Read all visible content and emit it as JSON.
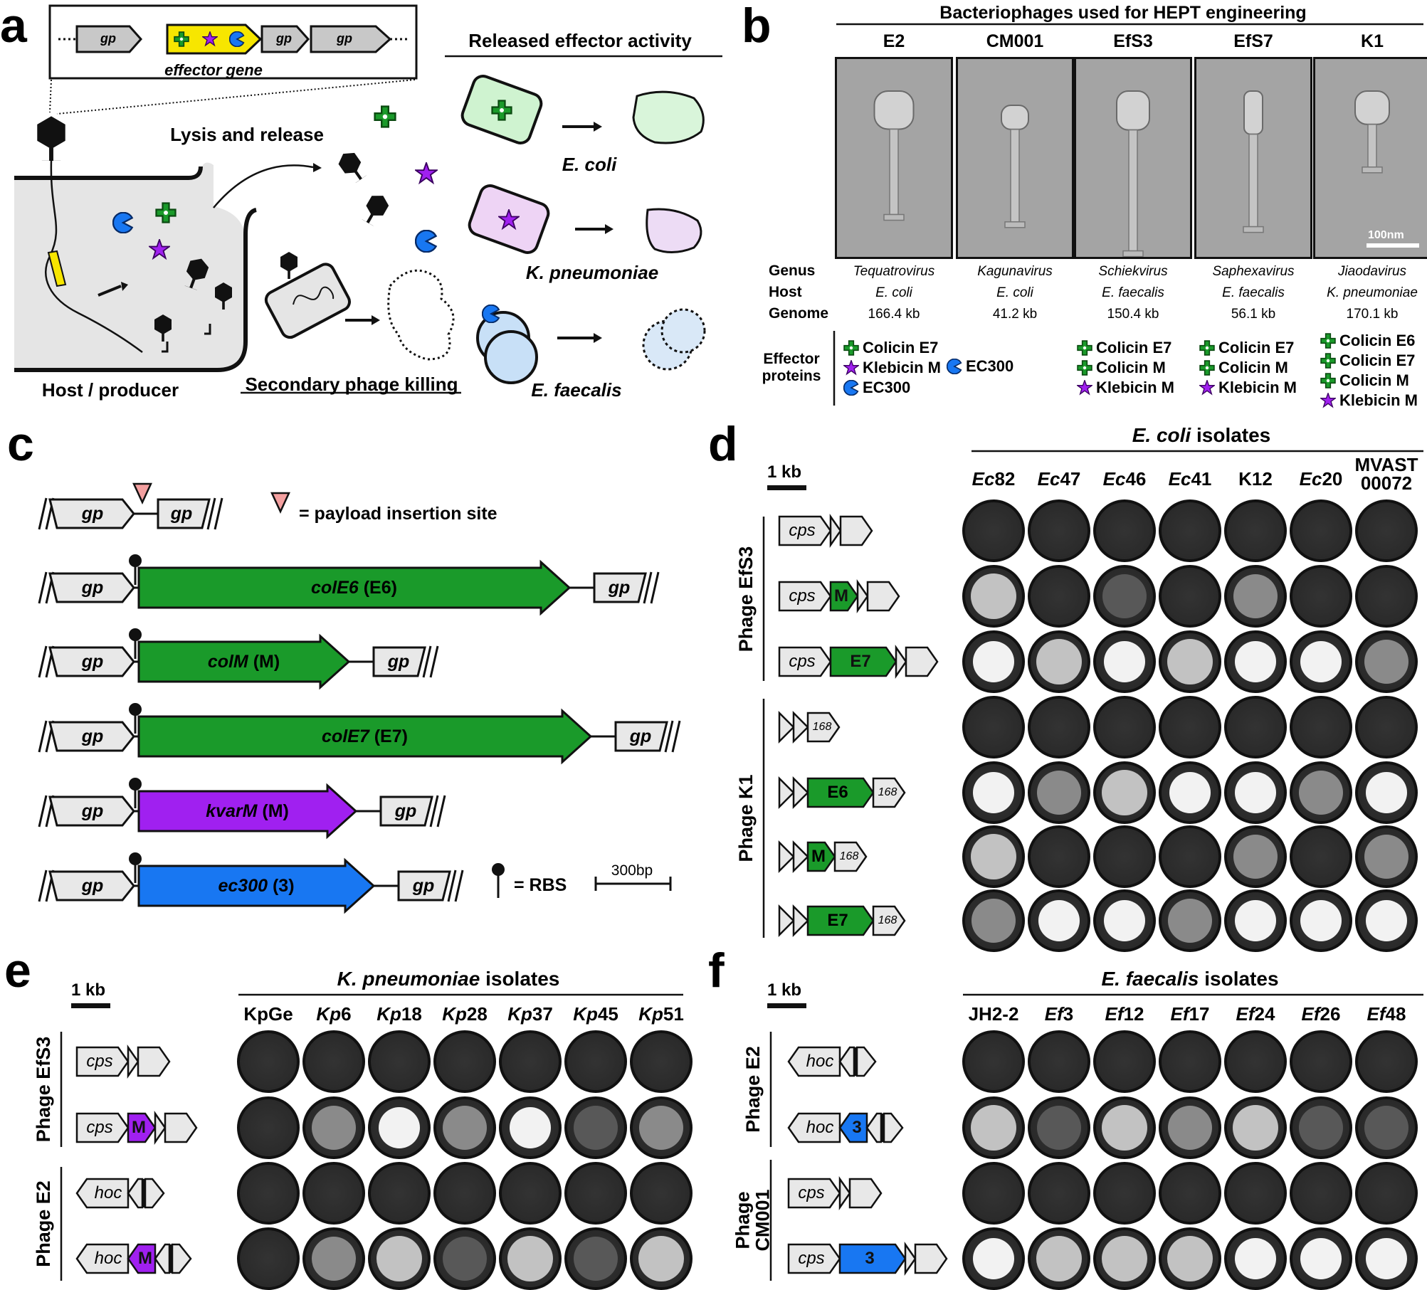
{
  "panel_letters": {
    "a": "a",
    "b": "b",
    "c": "c",
    "d": "d",
    "e": "e",
    "f": "f"
  },
  "panel_a": {
    "gp_label": "gp",
    "effector_gene": "effector gene",
    "lysis_release": "Lysis and release",
    "released_effector_activity": "Released effector activity",
    "host_producer": "Host / producer",
    "secondary_killing": "Secondary phage killing",
    "targets": [
      "E. coli",
      "K. pneumoniae",
      "E. faecalis"
    ]
  },
  "panel_b": {
    "title": "Bacteriophages used for HEPT engineering",
    "row_labels": {
      "genus": "Genus",
      "host": "Host",
      "genome": "Genome",
      "effector": "Effector proteins"
    },
    "scale_bar": "100nm",
    "phages": [
      {
        "name": "E2",
        "genus": "Tequatrovirus",
        "host": "E. coli",
        "genome": "166.4 kb",
        "effectors": [
          {
            "icon": "green-cross",
            "label": "Colicin E7"
          },
          {
            "icon": "purple-star",
            "label": "Klebicin M"
          },
          {
            "icon": "blue-pacman",
            "label": "EC300"
          }
        ]
      },
      {
        "name": "CM001",
        "genus": "Kagunavirus",
        "host": "E. coli",
        "genome": "41.2 kb",
        "effectors": [
          {
            "icon": "blue-pacman",
            "label": "EC300"
          }
        ]
      },
      {
        "name": "EfS3",
        "genus": "Schiekvirus",
        "host": "E. faecalis",
        "genome": "150.4 kb",
        "effectors": [
          {
            "icon": "green-cross",
            "label": "Colicin E7"
          },
          {
            "icon": "green-cross",
            "label": "Colicin M"
          },
          {
            "icon": "purple-star",
            "label": "Klebicin M"
          }
        ]
      },
      {
        "name": "EfS7",
        "genus": "Saphexavirus",
        "host": "E. faecalis",
        "genome": "56.1 kb",
        "effectors": [
          {
            "icon": "green-cross",
            "label": "Colicin E7"
          },
          {
            "icon": "green-cross",
            "label": "Colicin M"
          },
          {
            "icon": "purple-star",
            "label": "Klebicin M"
          }
        ]
      },
      {
        "name": "K1",
        "genus": "Jiaodavirus",
        "host": "K. pneumoniae",
        "genome": "170.1 kb",
        "effectors": [
          {
            "icon": "green-cross",
            "label": "Colicin E6"
          },
          {
            "icon": "green-cross",
            "label": "Colicin E7"
          },
          {
            "icon": "green-cross",
            "label": "Colicin M"
          },
          {
            "icon": "purple-star",
            "label": "Klebicin M"
          }
        ]
      }
    ]
  },
  "panel_c": {
    "gp": "gp",
    "payload_legend": "= payload insertion site",
    "rbs_legend": "= RBS",
    "scale": "300bp",
    "constructs": [
      {
        "gene": "colE6",
        "suffix": " (E6)",
        "color": "#1a9a2a"
      },
      {
        "gene": "colM",
        "suffix": " (M)",
        "color": "#1a9a2a"
      },
      {
        "gene": "colE7",
        "suffix": " (E7)",
        "color": "#1a9a2a"
      },
      {
        "gene": "kvarM",
        "suffix": " (M)",
        "color": "#a020f0"
      },
      {
        "gene": "ec300",
        "suffix": " (3)",
        "color": "#1877f2"
      }
    ]
  },
  "panel_d": {
    "scale": "1 kb",
    "title_italic": "E. coli",
    "title_rest": " isolates",
    "isolates": [
      {
        "i": "Ec",
        "n": "82"
      },
      {
        "i": "Ec",
        "n": "47"
      },
      {
        "i": "Ec",
        "n": "46"
      },
      {
        "i": "Ec",
        "n": "41"
      },
      {
        "i": "",
        "n": "K12"
      },
      {
        "i": "Ec",
        "n": "20"
      },
      {
        "i": "",
        "n": "MVAST\n00072"
      }
    ],
    "groups": [
      "Phage EfS3",
      "Phage K1"
    ],
    "rows": [
      {
        "group": 0,
        "base": "cps",
        "insert": "",
        "grid": [
          0,
          0,
          0,
          0,
          0,
          0,
          0
        ]
      },
      {
        "group": 0,
        "base": "cps",
        "insert": "M",
        "grid": [
          3,
          0,
          1,
          0,
          2,
          0,
          0
        ]
      },
      {
        "group": 0,
        "base": "cps",
        "insert": "E7",
        "grid": [
          4,
          3,
          4,
          3,
          4,
          4,
          2
        ]
      },
      {
        "group": 1,
        "base": "168",
        "insert": "",
        "grid": [
          0,
          0,
          0,
          0,
          0,
          0,
          0
        ]
      },
      {
        "group": 1,
        "base": "168",
        "insert": "E6",
        "grid": [
          4,
          2,
          3,
          4,
          4,
          2,
          4
        ]
      },
      {
        "group": 1,
        "base": "168",
        "insert": "M",
        "grid": [
          3,
          0,
          0,
          0,
          2,
          0,
          2
        ]
      },
      {
        "group": 1,
        "base": "168",
        "insert": "E7",
        "grid": [
          2,
          4,
          4,
          2,
          4,
          4,
          4
        ]
      }
    ]
  },
  "panel_e": {
    "scale": "1 kb",
    "title_italic": "K. pneumoniae",
    "title_rest": " isolates",
    "isolates": [
      {
        "i": "",
        "n": "KpGe"
      },
      {
        "i": "Kp",
        "n": "6"
      },
      {
        "i": "Kp",
        "n": "18"
      },
      {
        "i": "Kp",
        "n": "28"
      },
      {
        "i": "Kp",
        "n": "37"
      },
      {
        "i": "Kp",
        "n": "45"
      },
      {
        "i": "Kp",
        "n": "51"
      }
    ],
    "groups": [
      "Phage EfS3",
      "Phage E2"
    ],
    "rows": [
      {
        "group": 0,
        "base": "cps",
        "insert": "",
        "grid": [
          0,
          0,
          0,
          0,
          0,
          0,
          0
        ]
      },
      {
        "group": 0,
        "base": "cps",
        "insert": "M",
        "grid": [
          0,
          2,
          4,
          2,
          4,
          1,
          2
        ]
      },
      {
        "group": 1,
        "base": "hoc",
        "insert": "",
        "grid": [
          0,
          0,
          0,
          0,
          0,
          0,
          0
        ]
      },
      {
        "group": 1,
        "base": "hoc",
        "insert": "M",
        "grid": [
          0,
          2,
          3,
          1,
          3,
          1,
          3
        ]
      }
    ]
  },
  "panel_f": {
    "scale": "1 kb",
    "title_italic": "E. faecalis",
    "title_rest": " isolates",
    "isolates": [
      {
        "i": "",
        "n": "JH2-2"
      },
      {
        "i": "Ef",
        "n": "3"
      },
      {
        "i": "Ef",
        "n": "12"
      },
      {
        "i": "Ef",
        "n": "17"
      },
      {
        "i": "Ef",
        "n": "24"
      },
      {
        "i": "Ef",
        "n": "26"
      },
      {
        "i": "Ef",
        "n": "48"
      }
    ],
    "groups": [
      "Phage E2",
      "Phage\nCM001"
    ],
    "rows": [
      {
        "group": 0,
        "base": "hoc",
        "insert": "",
        "grid": [
          0,
          0,
          0,
          0,
          0,
          0,
          0
        ]
      },
      {
        "group": 0,
        "base": "hoc",
        "insert": "3",
        "grid": [
          3,
          1,
          3,
          2,
          3,
          1,
          1
        ]
      },
      {
        "group": 1,
        "base": "cps",
        "insert": "",
        "grid": [
          0,
          0,
          0,
          0,
          0,
          0,
          0
        ]
      },
      {
        "group": 1,
        "base": "cps",
        "insert": "3",
        "grid": [
          4,
          3,
          3,
          3,
          4,
          4,
          4
        ]
      }
    ]
  },
  "colors": {
    "green": "#1a9a2a",
    "purple": "#a020f0",
    "blue": "#1877f2",
    "yellow": "#f7e600",
    "gene_fill": "#e8e8e8"
  }
}
